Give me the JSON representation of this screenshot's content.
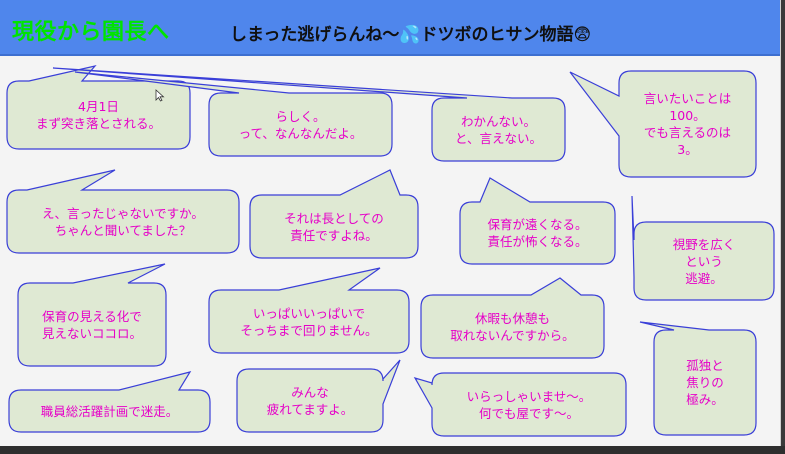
{
  "slide": {
    "title_main": "現役から園長へ",
    "title_sub": "しまった逃げらんね～",
    "title_sub_icon": "💦",
    "title_sub_rest": "ドツボのヒサン物語",
    "title_emoji": "😨"
  },
  "colors": {
    "header_bg": "#4f86ec",
    "title_main": "#00e400",
    "bubble_fill": "#dfe9d3",
    "bubble_stroke": "#3a3fd8",
    "bubble_text": "#e600c8"
  },
  "bubbles": [
    {
      "text": "4月1日\nまず突き落とされる。"
    },
    {
      "text": "らしく。\nって、なんなんだよ。"
    },
    {
      "text": "わかんない。\nと、言えない。"
    },
    {
      "text": "言いたいことは\n100。\nでも言えるのは\n3。"
    },
    {
      "text": "え、言ったじゃないですか。\nちゃんと聞いてました？"
    },
    {
      "text": "それは長としての\n責任ですよね。"
    },
    {
      "text": "保育が遠くなる。\n責任が怖くなる。"
    },
    {
      "text": "視野を広く\nという\n逃避。"
    },
    {
      "text": "保育の見える化で\n見えないココロ。"
    },
    {
      "text": "いっぱいいっぱいで\nそっちまで回りません。"
    },
    {
      "text": "休暇も休憩も\n取れないんですから。"
    },
    {
      "text": "職員総活躍計画で迷走。"
    },
    {
      "text": "みんな\n疲れてますよ。"
    },
    {
      "text": "いらっしゃいませ～。\n何でも屋です～。"
    },
    {
      "text": "孤独と\n焦りの\n極み。"
    }
  ]
}
